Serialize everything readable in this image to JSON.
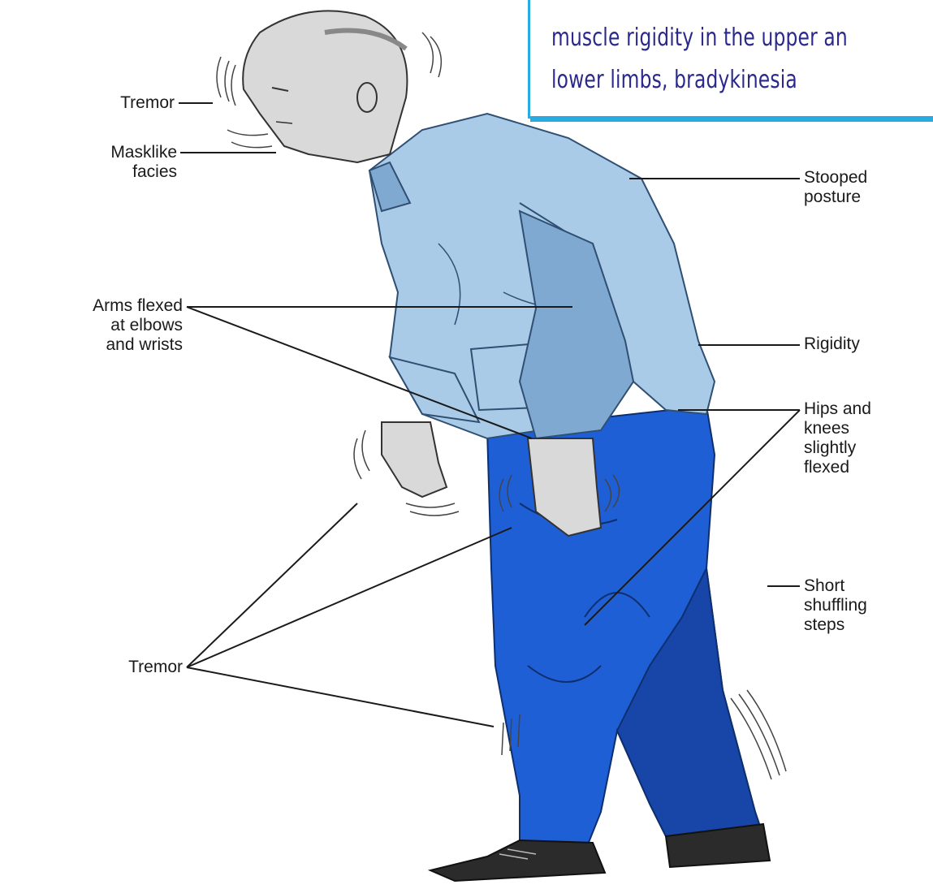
{
  "diagram": {
    "labels": {
      "tremor_head": "Tremor",
      "masklike_facies": "Masklike\nfacies",
      "stooped_posture": "Stooped\nposture",
      "arms_flexed": "Arms flexed\nat elbows\nand wrists",
      "rigidity": "Rigidity",
      "hips_knees": "Hips and\nknees\nslightly\nflexed",
      "tremor_limbs": "Tremor",
      "shuffling_steps": "Short\nshuffling\nsteps"
    },
    "colors": {
      "shirt": "#a9cbe8",
      "shirt_shadow": "#7fa9d1",
      "pants": "#1f5fd6",
      "pants_shadow": "#1746a8",
      "skin": "#d9d9d9",
      "shoes": "#2b2b2b",
      "note_border": "#29aae1",
      "note_text": "#2b2a8c"
    }
  },
  "note": {
    "line1": "muscle rigidity in the upper an",
    "line2": "lower limbs, bradykinesia"
  }
}
